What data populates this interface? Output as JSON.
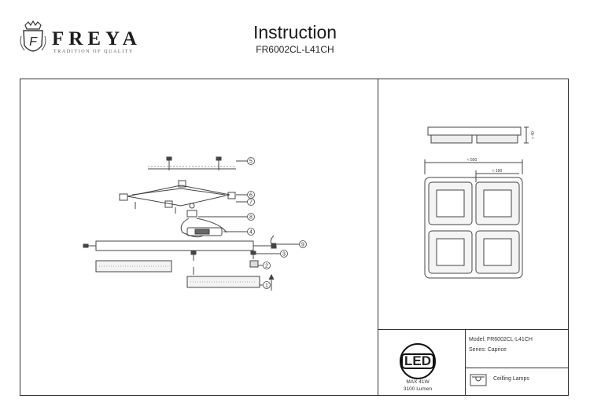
{
  "brand": {
    "monogram": "F",
    "name": "FREYA",
    "tagline": "TRADITION OF QUALITY"
  },
  "header": {
    "title": "Instruction",
    "model_code": "FR6002CL-L41CH"
  },
  "assembly": {
    "callouts": [
      "1",
      "2",
      "3",
      "4",
      "5",
      "6",
      "7",
      "8",
      "9"
    ]
  },
  "dimensions": {
    "overall_width": "≈ 500",
    "module_width": "≈ 190",
    "height": "≈ 40"
  },
  "specs": {
    "badge": "LED",
    "power": "MAX 41W",
    "lumen": "3100 Lumen",
    "model_line": "Model: FR6002CL-L41CH",
    "series_line": "Series: Caprice",
    "category": "Ceilling Lamps"
  }
}
